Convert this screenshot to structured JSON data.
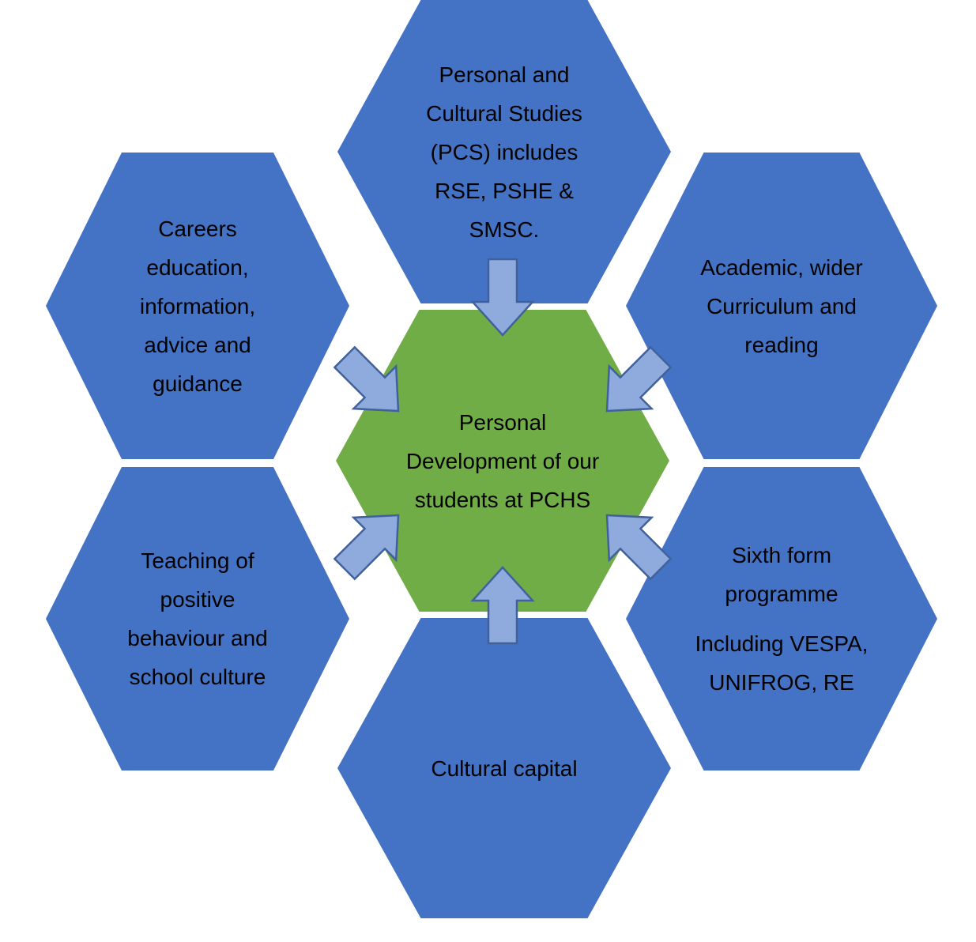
{
  "diagram": {
    "center": {
      "label": "Personal Development of our students at PCHS"
    },
    "nodes": [
      {
        "position": "top",
        "label": "Personal and Cultural Studies (PCS) includes RSE, PSHE & SMSC."
      },
      {
        "position": "upper-left",
        "label": "Careers education, information, advice and guidance"
      },
      {
        "position": "upper-right",
        "label": "Academic, wider Curriculum and reading"
      },
      {
        "position": "lower-left",
        "label": "Teaching of positive behaviour and school culture"
      },
      {
        "position": "lower-right",
        "label": "Sixth form programme",
        "sublabel": "Including VESPA, UNIFROG, RE"
      },
      {
        "position": "bottom",
        "label": "Cultural capital"
      }
    ],
    "colors": {
      "node_fill": "#4472C4",
      "center_fill": "#70AD47",
      "arrow_fill": "#8FAADC",
      "arrow_stroke": "#41619C",
      "text": "#000000",
      "background": "#FFFFFF"
    }
  }
}
